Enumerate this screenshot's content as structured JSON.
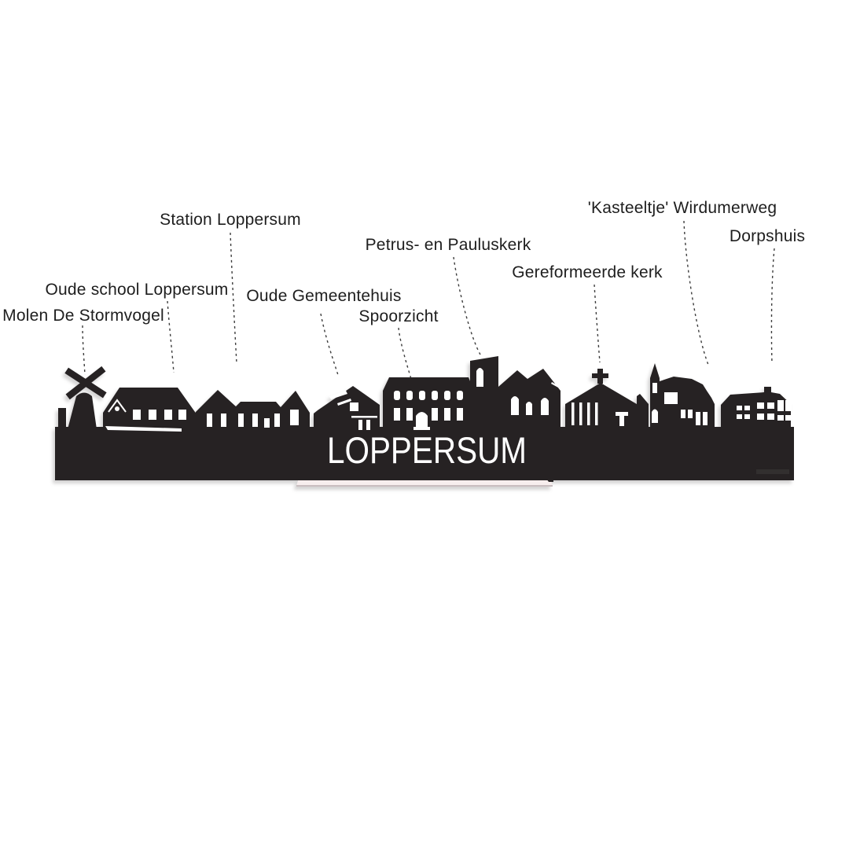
{
  "skyline": {
    "title_cutout": "LOPPERSUM",
    "silhouette_color": "#262223",
    "cutout_color": "#ffffff",
    "stand_color": "#f7eeee",
    "stand_edge_color": "#c9bec0",
    "leader_line_color": "#3d3d3d",
    "label_text_color": "#1e1e1e",
    "background_color": "#ffffff"
  },
  "callouts": [
    {
      "id": "molen-de-stormvogel",
      "label": "Molen De Stormvogel"
    },
    {
      "id": "oude-school-loppersum",
      "label": "Oude school Loppersum"
    },
    {
      "id": "station-loppersum",
      "label": "Station Loppersum"
    },
    {
      "id": "oude-gemeentehuis",
      "label": "Oude Gemeentehuis"
    },
    {
      "id": "spoorzicht",
      "label": "Spoorzicht"
    },
    {
      "id": "petrus-en-pauluskerk",
      "label": "Petrus- en Pauluskerk"
    },
    {
      "id": "gereformeerde-kerk",
      "label": "Gereformeerde kerk"
    },
    {
      "id": "kasteeltje-wirdumerweg",
      "label": "'Kasteeltje' Wirdumerweg"
    },
    {
      "id": "dorpshuis",
      "label": "Dorpshuis"
    }
  ]
}
